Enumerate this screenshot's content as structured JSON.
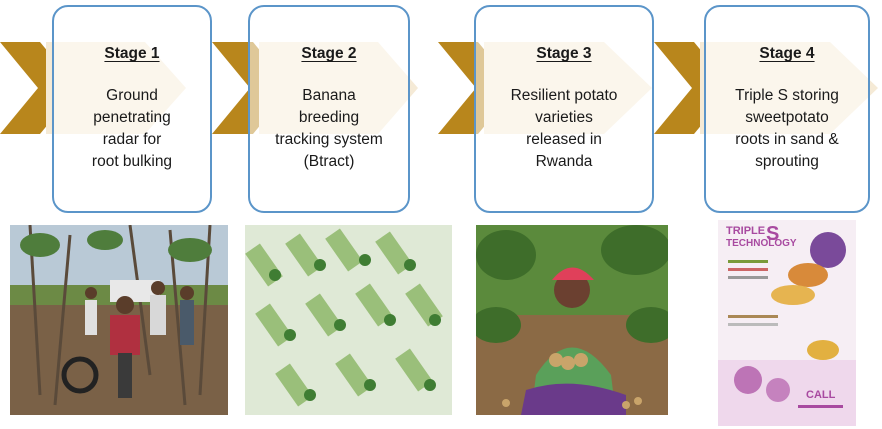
{
  "stages": [
    {
      "title": "Stage 1",
      "lines": [
        "Ground",
        "penetrating",
        "radar for",
        "root bulking"
      ]
    },
    {
      "title": "Stage 2",
      "lines": [
        "Banana",
        "breeding",
        "tracking system",
        "(Btract)"
      ]
    },
    {
      "title": "Stage 3",
      "lines": [
        "Resilient potato",
        "varieties",
        "released in",
        "Rwanda"
      ]
    },
    {
      "title": "Stage 4",
      "lines": [
        "Triple S storing",
        "sweetpotato",
        "roots in sand &",
        "sprouting"
      ]
    }
  ],
  "poster": {
    "heading_1": "TRIPLE",
    "heading_2": "TECHNOLOGY",
    "letter": "S",
    "call": "CALL"
  },
  "colors": {
    "chevron": "#b8861c",
    "chevron_fill": "#f5ead6",
    "box_border": "#5b95c9"
  }
}
